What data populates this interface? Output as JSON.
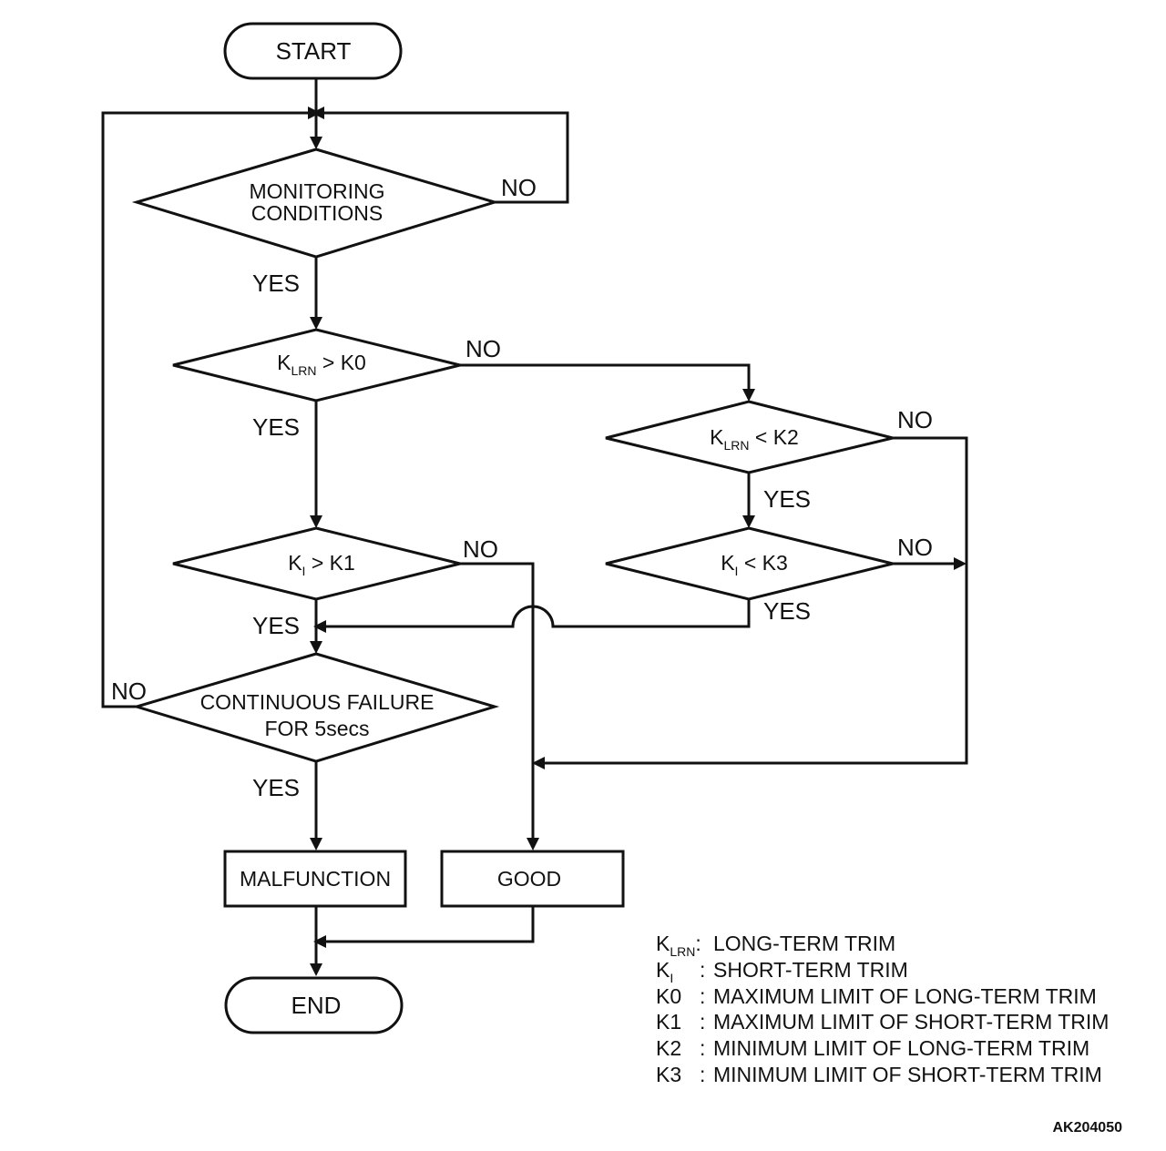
{
  "terminals": {
    "start": "START",
    "end": "END"
  },
  "decisions": {
    "monitoring": {
      "line1": "MONITORING",
      "line2": "CONDITIONS"
    },
    "klrn_gt_k0": {
      "k": "K",
      "sub": "LRN",
      "rest": " > K0"
    },
    "ki_gt_k1": {
      "k": "K",
      "sub": "I",
      "rest": " > K1"
    },
    "klrn_lt_k2": {
      "k": "K",
      "sub": "LRN",
      "rest": " < K2"
    },
    "ki_lt_k3": {
      "k": "K",
      "sub": "I",
      "rest": " < K3"
    },
    "continuous": {
      "line1": "CONTINUOUS FAILURE",
      "line2": "FOR 5secs"
    }
  },
  "results": {
    "malfunction": "MALFUNCTION",
    "good": "GOOD"
  },
  "branch_labels": {
    "yes": "YES",
    "no": "NO"
  },
  "legend": [
    {
      "sym": "K",
      "sub": "LRN",
      "sep": ":",
      "desc": "LONG-TERM TRIM"
    },
    {
      "sym": "K",
      "sub": "I",
      "sep": ":",
      "desc": "SHORT-TERM TRIM"
    },
    {
      "sym": "K0",
      "sub": "",
      "sep": ":",
      "desc": "MAXIMUM LIMIT OF LONG-TERM TRIM"
    },
    {
      "sym": "K1",
      "sub": "",
      "sep": ":",
      "desc": "MAXIMUM LIMIT OF SHORT-TERM TRIM"
    },
    {
      "sym": "K2",
      "sub": "",
      "sep": ":",
      "desc": "MINIMUM LIMIT OF LONG-TERM TRIM"
    },
    {
      "sym": "K3",
      "sub": "",
      "sep": ":",
      "desc": "MINIMUM LIMIT OF SHORT-TERM TRIM"
    }
  ],
  "figure_code": "AK204050"
}
